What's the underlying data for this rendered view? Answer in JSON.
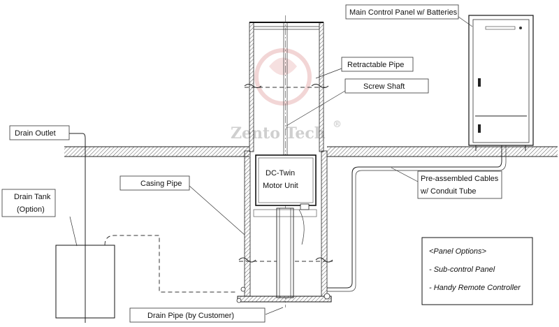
{
  "labels": {
    "main_control_panel": "Main Control Panel w/ Batteries",
    "retractable_pipe": "Retractable Pipe",
    "screw_shaft": "Screw Shaft",
    "drain_outlet": "Drain Outlet",
    "casing_pipe": "Casing Pipe",
    "motor_unit_line1": "DC-Twin",
    "motor_unit_line2": "Motor Unit",
    "drain_tank_line1": "Drain Tank",
    "drain_tank_line2": "(Option)",
    "cables_line1": "Pre-assembled Cables",
    "cables_line2": "w/ Conduit Tube",
    "drain_pipe": "Drain Pipe (by Customer)"
  },
  "panel_options": {
    "title": "<Panel Options>",
    "items": [
      "- Sub-control Panel",
      "- Handy Remote Controller"
    ]
  },
  "watermark": {
    "text": "Zento Tech",
    "mark": "®"
  },
  "colors": {
    "line": "#222222",
    "watermark": "#cfcfcf",
    "watermark_logo": "#e8b4b4"
  }
}
